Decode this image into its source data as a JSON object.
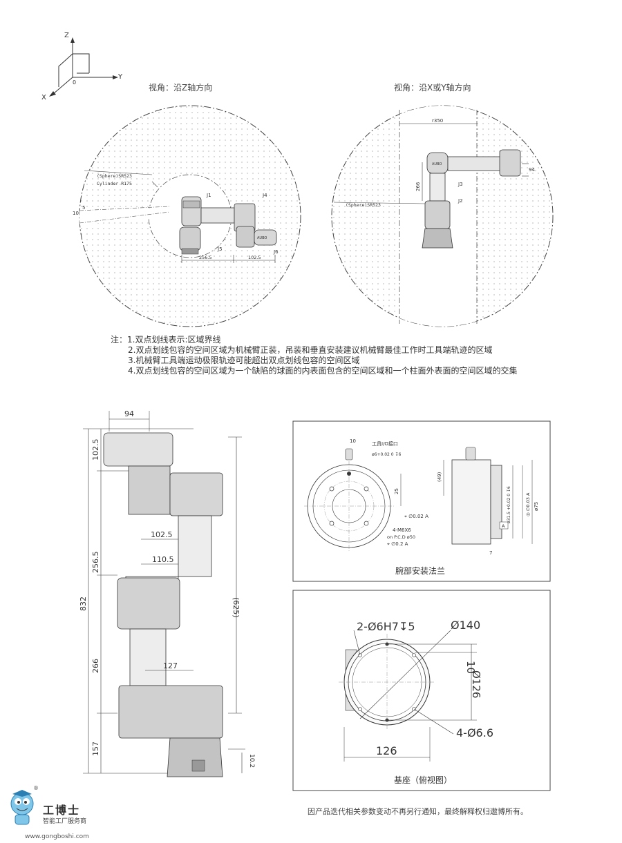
{
  "axes_icon": {
    "z": "Z",
    "y": "Y",
    "x": "X",
    "origin": "0"
  },
  "top_views": {
    "left": {
      "title": "视角：沿Z轴方向",
      "labels": {
        "sphere": "(Sphere)SR523",
        "cylinder": "Cylinder R175",
        "j1": "J1",
        "j4": "J4",
        "j5": "J5",
        "j6": "J6",
        "dim_5": "5",
        "dim_10": "10",
        "dim_256": "256.5",
        "dim_102": "102.5",
        "brand": "AUBO"
      }
    },
    "right": {
      "title": "视角：沿X或Y轴方向",
      "labels": {
        "r350": "r350",
        "sphere": "(Sphere)SR523",
        "dim_266": "266",
        "dim_94": "94.",
        "j3": "J3",
        "j2": "J2",
        "brand": "AUBO"
      }
    }
  },
  "notes": [
    "注：1.双点划线表示:区域界线",
    "2.双点划线包容的空间区域为机械臂正装，吊装和垂直安装建议机械臂最佳工作时工具端轨迹的区域",
    "3.机械臂工具端运动极限轨迹可能超出双点划线包容的空间区域",
    "4.双点划线包容的空间区域为一个缺陷的球面的内表面包含的空间区域和一个柱面外表面的空间区域的交集"
  ],
  "side_drawing": {
    "dims": {
      "top_94": "94",
      "d_102_5_v": "102.5",
      "d_256_5": "256.5",
      "d_832": "832",
      "d_266": "266",
      "d_157": "157",
      "d_625": "(625)",
      "d_102_5_h": "102.5",
      "d_110_5": "110.5",
      "d_127": "127",
      "d_10_2": "10.2"
    }
  },
  "flange": {
    "caption": "腕部安装法兰",
    "labels": {
      "d10": "10",
      "tool_io": "工具I/O接口",
      "hole6": "ø6+0.02 0 ↧6",
      "d25": "25",
      "tol02": "⌖ ∅0.02 A",
      "m6": "4-M6X6",
      "pcd": "on P.C.D ø50",
      "tol2": "⌖ ∅0.2 A",
      "d49": "(49)",
      "d31": "ø31.5 +0.02 0 ↧6",
      "d75": "ø75",
      "tol03": "◎ ∅0.03 A",
      "datum": "A",
      "d7": "7"
    }
  },
  "base": {
    "caption": "基座（俯视图）",
    "labels": {
      "holes2": "2-Ø6H7↧5",
      "d140": "Ø140",
      "d10": "10",
      "d126v": "Ø126",
      "d126h": "126",
      "holes4": "4-Ø6.6"
    }
  },
  "footer": {
    "notice": "因产品迭代相关参数变动不再另行通知，最终解释权归遨博所有。"
  },
  "logo": {
    "name": "工博士",
    "sub": "智能工厂服务商",
    "url": "www.gongboshi.com",
    "reg": "®"
  }
}
